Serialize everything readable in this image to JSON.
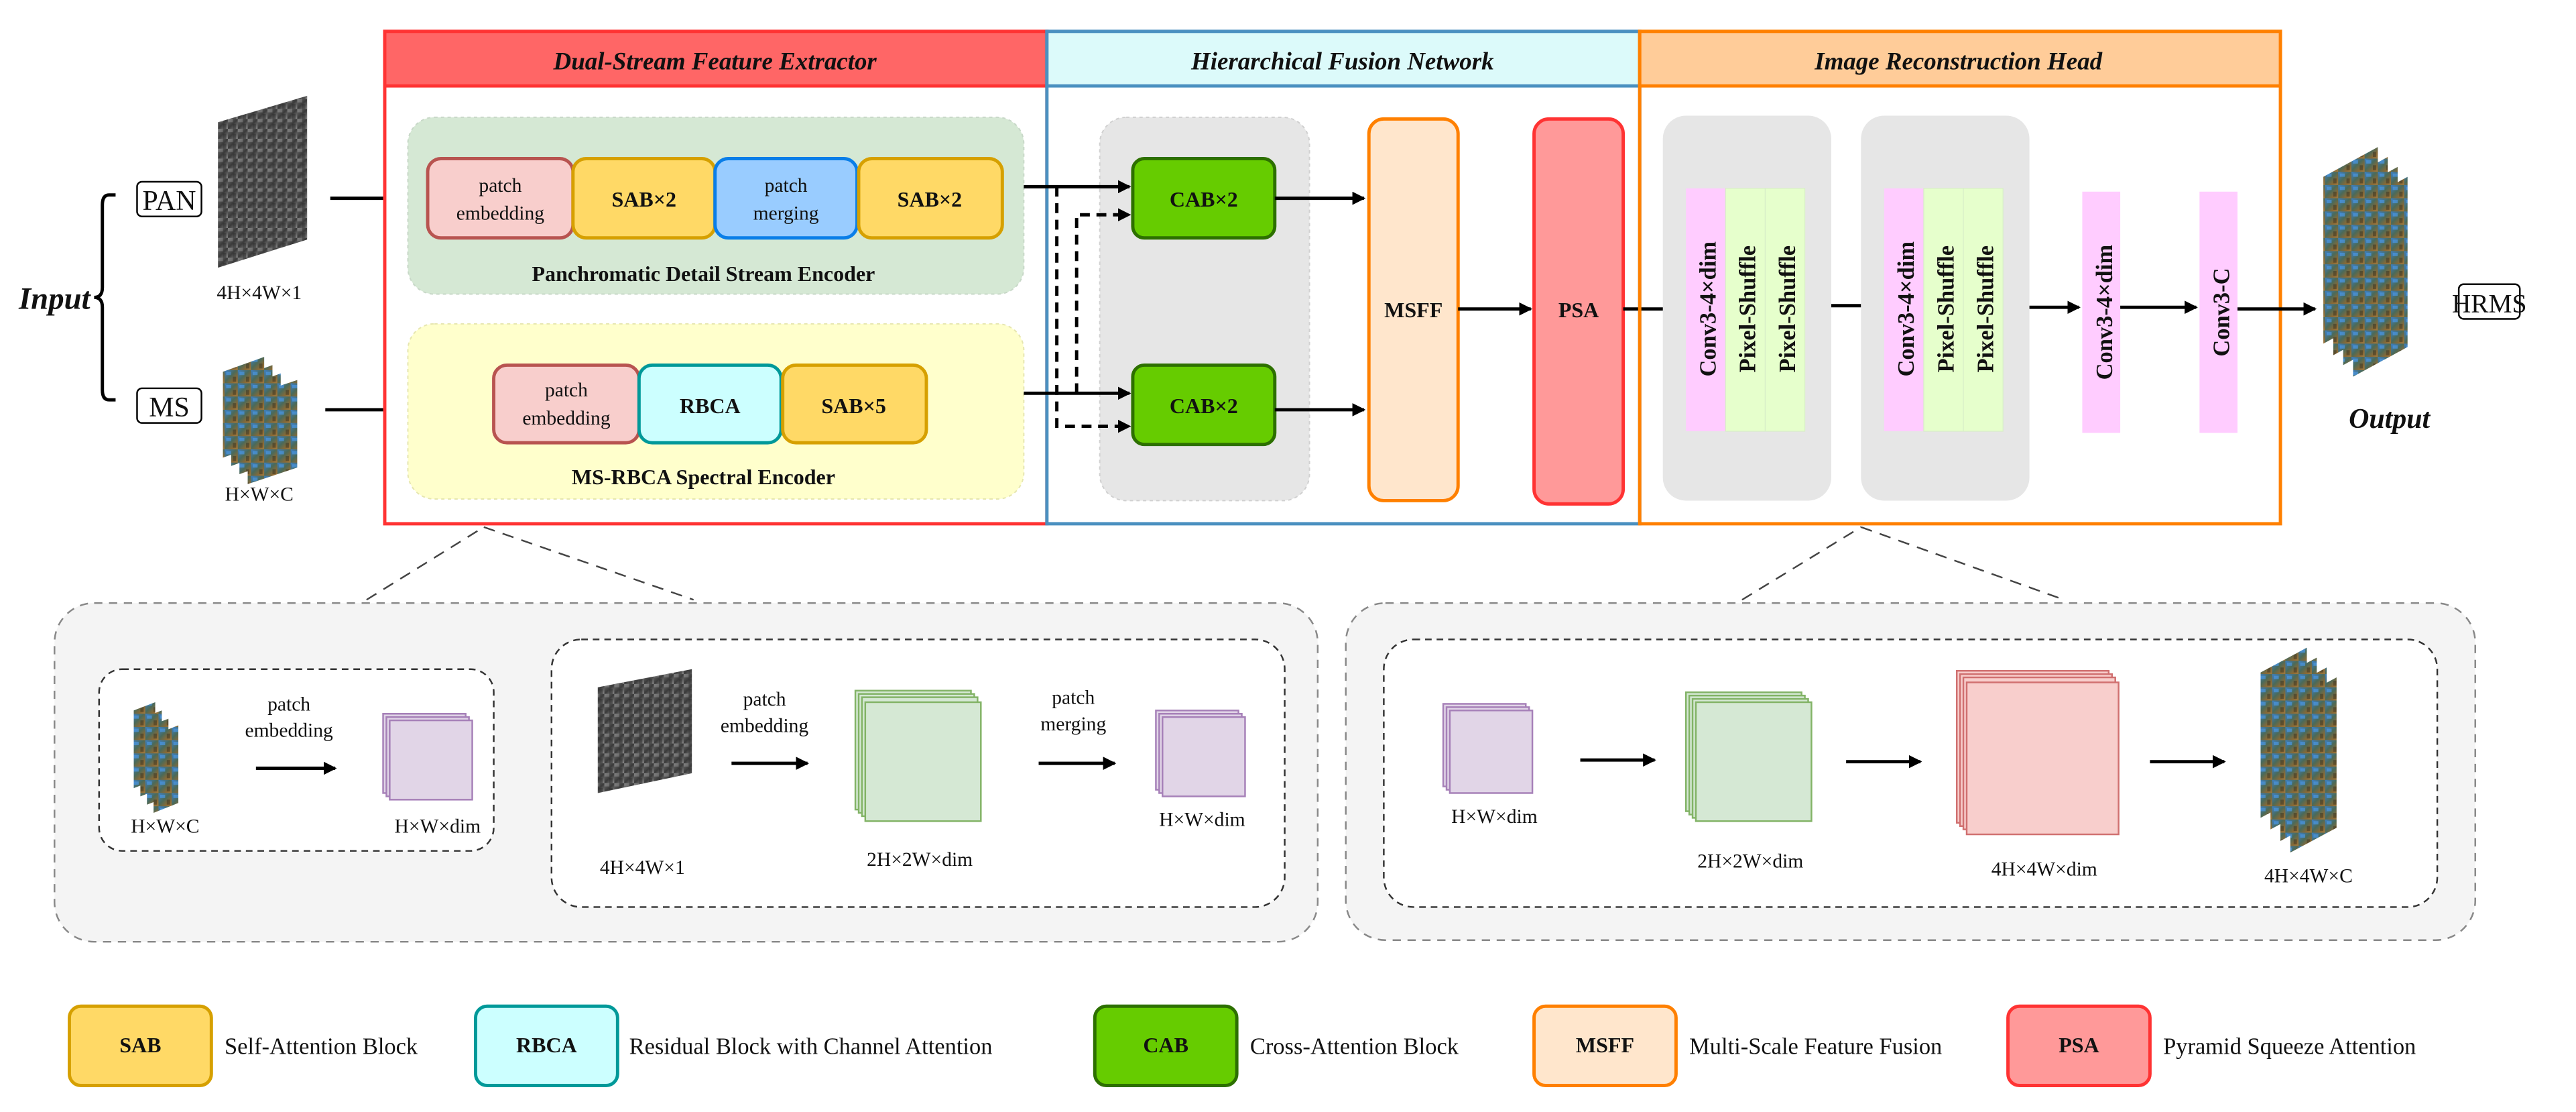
{
  "input": {
    "label": "Input",
    "pan": {
      "tag": "PAN",
      "dims": "4H×4W×1"
    },
    "ms": {
      "tag": "MS",
      "dims": "H×W×C"
    }
  },
  "output": {
    "label": "Output",
    "tag": "HRMS"
  },
  "sections": {
    "extractor": {
      "title": "Dual-Stream Feature Extractor",
      "header_color": "#ff6666",
      "border_color": "#ff3333",
      "pan_encoder": {
        "title": "Panchromatic Detail Stream Encoder",
        "blocks": [
          {
            "line1": "patch",
            "line2": "embedding",
            "kind": "embed"
          },
          {
            "line1": "SAB×2",
            "line2": "",
            "kind": "sab"
          },
          {
            "line1": "patch",
            "line2": "merging",
            "kind": "merge"
          },
          {
            "line1": "SAB×2",
            "line2": "",
            "kind": "sab"
          }
        ]
      },
      "ms_encoder": {
        "title": "MS-RBCA Spectral Encoder",
        "blocks": [
          {
            "line1": "patch",
            "line2": "embedding",
            "kind": "embed"
          },
          {
            "line1": "RBCA",
            "line2": "",
            "kind": "rbca"
          },
          {
            "line1": "SAB×5",
            "line2": "",
            "kind": "sab"
          }
        ]
      }
    },
    "fusion": {
      "title": "Hierarchical Fusion Network",
      "header_color": "#dcfafa",
      "border_color": "#4a90c0",
      "cab_top": "CAB×2",
      "cab_bottom": "CAB×2",
      "msff": "MSFF",
      "psa": "PSA"
    },
    "reconstruction": {
      "title": "Image Reconstruction Head",
      "header_color": "#ffcc99",
      "border_color": "#ff8000",
      "group1": [
        "Conv3-4×dim",
        "Pixel-Shuffle",
        "Pixel-Shuffle"
      ],
      "group2": [
        "Conv3-4×dim",
        "Pixel-Shuffle",
        "Pixel-Shuffle"
      ],
      "conv_dim": "Conv3-4×dim",
      "conv_c": "Conv3-C"
    }
  },
  "detail_left": {
    "ms_panel": {
      "arrow_label_1": "patch",
      "arrow_label_2": "embedding",
      "in_dims": "H×W×C",
      "out_dims": "H×W×dim"
    },
    "pan_panel": {
      "arrow1_label_1": "patch",
      "arrow1_label_2": "embedding",
      "arrow2_label_1": "patch",
      "arrow2_label_2": "merging",
      "in_dims": "4H×4W×1",
      "mid_dims": "2H×2W×dim",
      "out_dims": "H×W×dim"
    }
  },
  "detail_right": {
    "dims": [
      "H×W×dim",
      "2H×2W×dim",
      "4H×4W×dim",
      "4H×4W×C"
    ]
  },
  "legend": [
    {
      "abbr": "SAB",
      "text": "Self-Attention Block",
      "fill": "#ffd966",
      "stroke": "#d6a000"
    },
    {
      "abbr": "RBCA",
      "text": "Residual Block with Channel Attention",
      "fill": "#ccffff",
      "stroke": "#009999"
    },
    {
      "abbr": "CAB",
      "text": "Cross-Attention Block",
      "fill": "#66cc00",
      "stroke": "#2d7000"
    },
    {
      "abbr": "MSFF",
      "text": "Multi-Scale Feature Fusion",
      "fill": "#ffe6cc",
      "stroke": "#ff8000"
    },
    {
      "abbr": "PSA",
      "text": "Pyramid Squeeze Attention",
      "fill": "#ff9999",
      "stroke": "#ff3333"
    }
  ]
}
